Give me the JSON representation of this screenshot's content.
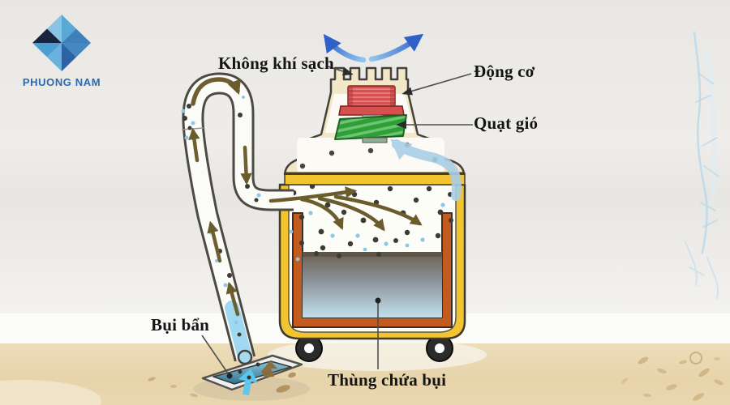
{
  "logo": {
    "text": "PHUONG NAM",
    "text_color": "#2a6ab0"
  },
  "diagram": {
    "labels": {
      "clean_air": "Không khí sạch",
      "motor": "Động cơ",
      "fan": "Quạt gió",
      "dirt": "Bụi bẩn",
      "dust_container": "Thùng chứa bụi"
    },
    "colors": {
      "body_yellow": "#f2c42f",
      "cream": "#f2e8c8",
      "motor_red": "#d84f4f",
      "fan_green": "#2f9e38",
      "container_orange": "#c35a1f",
      "clean_air_blue": "#2e62c8",
      "dust_arrow_brown": "#6b5c2e",
      "nozzle_teal": "#3d85a3"
    }
  }
}
